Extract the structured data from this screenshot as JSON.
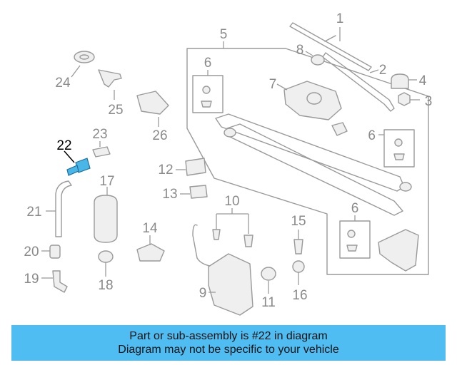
{
  "diagram": {
    "labels": [
      "1",
      "2",
      "3",
      "4",
      "5",
      "6",
      "7",
      "8",
      "9",
      "10",
      "11",
      "12",
      "13",
      "14",
      "15",
      "16",
      "17",
      "18",
      "19",
      "20",
      "21",
      "22",
      "23",
      "24",
      "25",
      "26"
    ],
    "sublabel_6b": "6",
    "sublabel_6c": "6",
    "highlighted_part": "22",
    "highlight_color": "#49b6e8",
    "banner_color": "#4fbdf2"
  },
  "banner": {
    "line1": "Part or sub-assembly is #22 in diagram",
    "line2": "Diagram may not be specific to your vehicle"
  }
}
